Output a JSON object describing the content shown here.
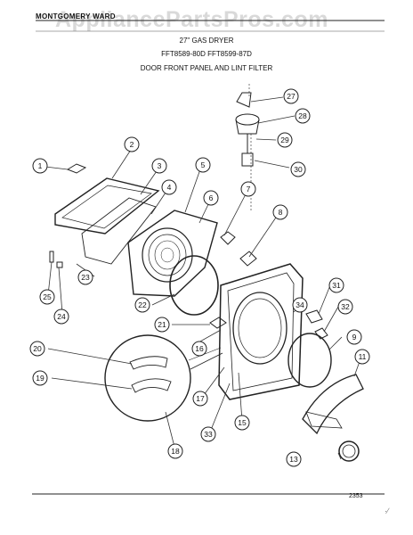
{
  "header": {
    "brand": "MONTGOMERY WARD",
    "watermark": "AppliancePartsPros.com",
    "title": "27\" GAS DRYER",
    "models": "FFT8589-80D    FFT8599-87D",
    "section": "DOOR FRONT PANEL AND LINT FILTER"
  },
  "diagram": {
    "diagram_number": "2353",
    "corner_mark": "·∕",
    "callouts": [
      "1",
      "2",
      "3",
      "4",
      "5",
      "6",
      "7",
      "8",
      "9",
      "11",
      "13",
      "15",
      "16",
      "17",
      "18",
      "19",
      "20",
      "21",
      "22",
      "23",
      "24",
      "25",
      "27",
      "28",
      "29",
      "30",
      "31",
      "32",
      "33",
      "34"
    ]
  }
}
